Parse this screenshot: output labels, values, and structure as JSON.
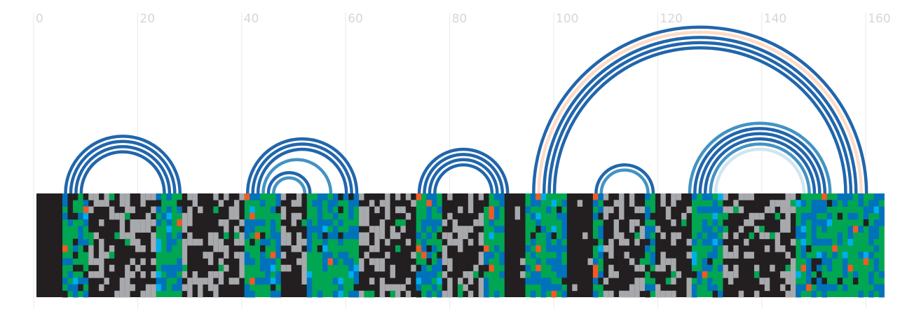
{
  "chart_data": {
    "type": "arc-diagram",
    "axis": {
      "min": 0,
      "max": 163,
      "ticks": [
        0,
        20,
        40,
        60,
        80,
        100,
        120,
        140,
        160
      ]
    },
    "colors": {
      "background": "#ffffff",
      "gridline": "#e8e8e8",
      "tick_label": "#d6d6d6",
      "gap": "#231f20",
      "match": "#00a651",
      "mismatch": "#0072bc",
      "gray": "#a7a9ac",
      "cyan": "#00aeef",
      "orange": "#f15a22",
      "arc_dark": "#2166ac",
      "arc_mid": "#4393c3",
      "arc_light": "#d1e5f0",
      "arc_peach": "#fddbc7"
    },
    "arcs": [
      {
        "from": 6,
        "to": 28,
        "color": "arc_dark"
      },
      {
        "from": 7,
        "to": 27,
        "color": "arc_dark"
      },
      {
        "from": 8,
        "to": 26,
        "color": "arc_dark"
      },
      {
        "from": 9,
        "to": 25,
        "color": "arc_dark"
      },
      {
        "from": 41,
        "to": 62,
        "color": "arc_dark"
      },
      {
        "from": 42,
        "to": 61,
        "color": "arc_dark"
      },
      {
        "from": 43,
        "to": 60,
        "color": "arc_dark"
      },
      {
        "from": 44,
        "to": 57,
        "color": "arc_mid"
      },
      {
        "from": 45,
        "to": 53,
        "color": "arc_dark"
      },
      {
        "from": 46,
        "to": 52,
        "color": "arc_mid"
      },
      {
        "from": 74,
        "to": 91,
        "color": "arc_dark"
      },
      {
        "from": 75,
        "to": 90,
        "color": "arc_dark"
      },
      {
        "from": 76,
        "to": 89,
        "color": "arc_dark"
      },
      {
        "from": 77,
        "to": 88,
        "color": "arc_dark"
      },
      {
        "from": 96,
        "to": 160,
        "color": "arc_dark"
      },
      {
        "from": 97,
        "to": 159,
        "color": "arc_peach"
      },
      {
        "from": 98,
        "to": 158,
        "color": "arc_dark"
      },
      {
        "from": 99,
        "to": 157,
        "color": "arc_dark"
      },
      {
        "from": 100,
        "to": 156,
        "color": "arc_dark"
      },
      {
        "from": 108,
        "to": 119,
        "color": "arc_dark"
      },
      {
        "from": 109,
        "to": 118,
        "color": "arc_mid"
      },
      {
        "from": 126,
        "to": 153,
        "color": "arc_mid"
      },
      {
        "from": 127,
        "to": 152,
        "color": "arc_dark"
      },
      {
        "from": 128,
        "to": 151,
        "color": "arc_dark"
      },
      {
        "from": 129,
        "to": 150,
        "color": "arc_dark"
      },
      {
        "from": 130,
        "to": 149,
        "color": "arc_mid"
      },
      {
        "from": 131,
        "to": 148,
        "color": "arc_light"
      }
    ],
    "column_groups": [
      {
        "from": 0,
        "to": 4,
        "scheme": "gap"
      },
      {
        "from": 5,
        "to": 9,
        "scheme": "helix"
      },
      {
        "from": 10,
        "to": 22,
        "scheme": "loop"
      },
      {
        "from": 23,
        "to": 27,
        "scheme": "helix"
      },
      {
        "from": 28,
        "to": 39,
        "scheme": "loop"
      },
      {
        "from": 40,
        "to": 46,
        "scheme": "helix"
      },
      {
        "from": 47,
        "to": 51,
        "scheme": "loop"
      },
      {
        "from": 52,
        "to": 61,
        "scheme": "helix"
      },
      {
        "from": 62,
        "to": 72,
        "scheme": "loop"
      },
      {
        "from": 73,
        "to": 77,
        "scheme": "helix"
      },
      {
        "from": 78,
        "to": 85,
        "scheme": "loop"
      },
      {
        "from": 86,
        "to": 89,
        "scheme": "helix"
      },
      {
        "from": 90,
        "to": 93,
        "scheme": "gap"
      },
      {
        "from": 94,
        "to": 101,
        "scheme": "helix"
      },
      {
        "from": 102,
        "to": 106,
        "scheme": "gap"
      },
      {
        "from": 107,
        "to": 108,
        "scheme": "helix"
      },
      {
        "from": 109,
        "to": 116,
        "scheme": "loop"
      },
      {
        "from": 117,
        "to": 118,
        "scheme": "helix"
      },
      {
        "from": 119,
        "to": 125,
        "scheme": "loop"
      },
      {
        "from": 126,
        "to": 131,
        "scheme": "helix"
      },
      {
        "from": 132,
        "to": 145,
        "scheme": "loop"
      },
      {
        "from": 146,
        "to": 162,
        "scheme": "helix"
      }
    ],
    "rows": 16
  }
}
